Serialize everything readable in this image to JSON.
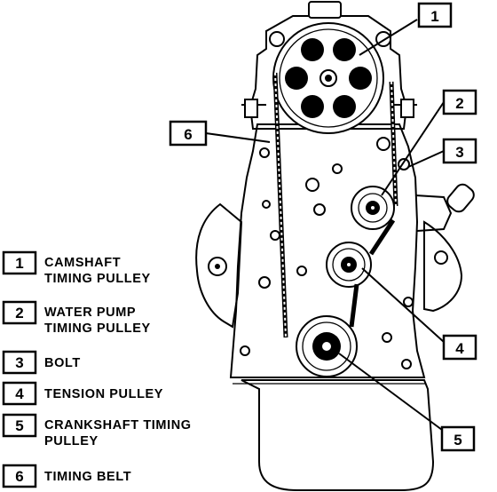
{
  "callouts": {
    "c1": "1",
    "c2": "2",
    "c3": "3",
    "c4": "4",
    "c5": "5",
    "c6": "6"
  },
  "legend": [
    {
      "num": "1",
      "line1": "CAMSHAFT",
      "line2": "TIMING PULLEY"
    },
    {
      "num": "2",
      "line1": "WATER PUMP",
      "line2": "TIMING PULLEY"
    },
    {
      "num": "3",
      "line1": "BOLT",
      "line2": ""
    },
    {
      "num": "4",
      "line1": "TENSION PULLEY",
      "line2": ""
    },
    {
      "num": "5",
      "line1": "CRANKSHAFT TIMING",
      "line2": "PULLEY"
    },
    {
      "num": "6",
      "line1": "TIMING BELT",
      "line2": ""
    }
  ]
}
